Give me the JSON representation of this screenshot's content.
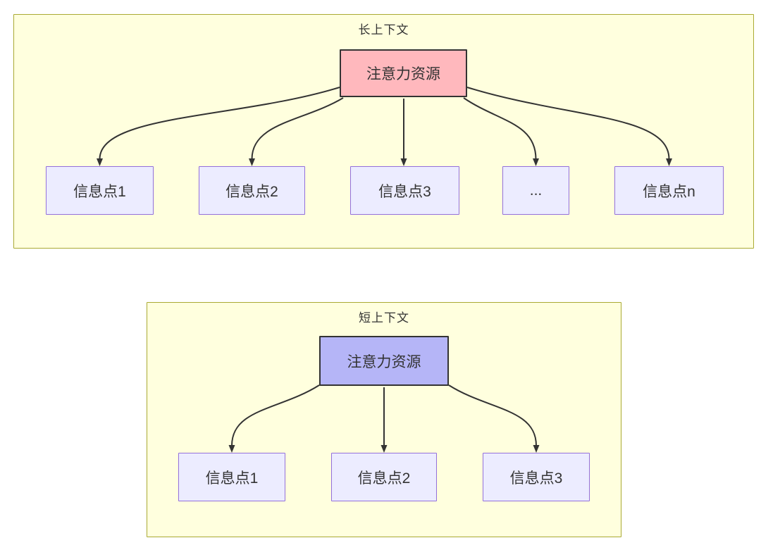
{
  "colors": {
    "panel-fill": "#ffffde",
    "panel-border": "#aaaa33",
    "node-fill": "#ececff",
    "node-border": "#9370db",
    "attention-long-fill": "#ffb8bd",
    "attention-short-fill": "#b5b5f7",
    "attention-border": "#333333",
    "arrow": "#333333",
    "text": "#333333"
  },
  "panels": [
    {
      "title": "长上下文",
      "attention_label": "注意力资源",
      "nodes": [
        "信息点1",
        "信息点2",
        "信息点3",
        "...",
        "信息点n"
      ]
    },
    {
      "title": "短上下文",
      "attention_label": "注意力资源",
      "nodes": [
        "信息点1",
        "信息点2",
        "信息点3"
      ]
    }
  ]
}
